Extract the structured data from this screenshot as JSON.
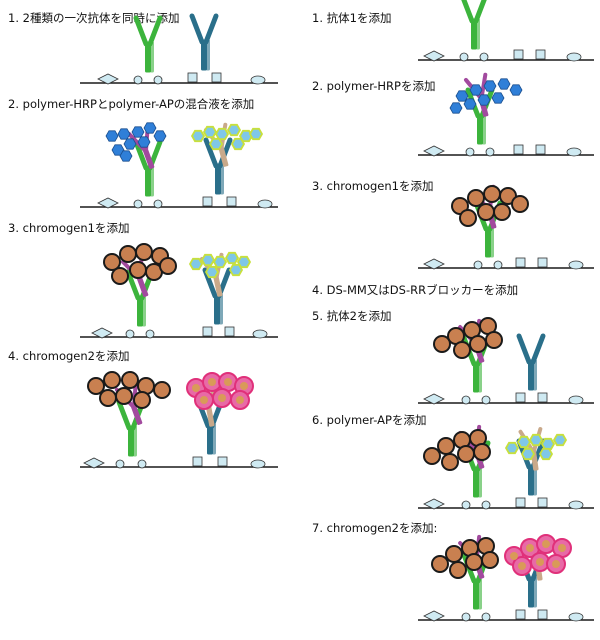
{
  "left_protocol": {
    "steps": [
      {
        "num": "1.",
        "text": "2種類の一次抗体を同時に添加"
      },
      {
        "num": "2.",
        "text": "polymer-HRPとpolymer-APの混合液を添加"
      },
      {
        "num": "3.",
        "text": "chromogen1を添加"
      },
      {
        "num": "4.",
        "text": "chromogen2を添加"
      }
    ]
  },
  "right_protocol": {
    "steps": [
      {
        "num": "1.",
        "text": "抗体1を添加"
      },
      {
        "num": "2.",
        "text": "polymer-HRPを添加"
      },
      {
        "num": "3.",
        "text": "chromogen1を添加"
      },
      {
        "num": "4.",
        "text": "DS-MM又はDS-RRブロッカーを添加"
      },
      {
        "num": "5.",
        "text": "抗体2を添加"
      },
      {
        "num": "6.",
        "text": "polymer-APを添加"
      },
      {
        "num": "7.",
        "text": "chromogen2を添加:"
      }
    ]
  },
  "colors": {
    "antibody1": "#3cb43c",
    "antibody2": "#2a6f8a",
    "secondary": "#a24a9e",
    "secondary_ap": "#c9a98a",
    "hrp_polymer": "#2f7fd8",
    "ap_polymer": "#7fc7e8",
    "ap_outline": "#c8e03c",
    "chromogen1": "#c98050",
    "chromogen2": "#e86aa6",
    "chromogen2_outline": "#e0307a",
    "antigen": "#cfeaf2"
  }
}
